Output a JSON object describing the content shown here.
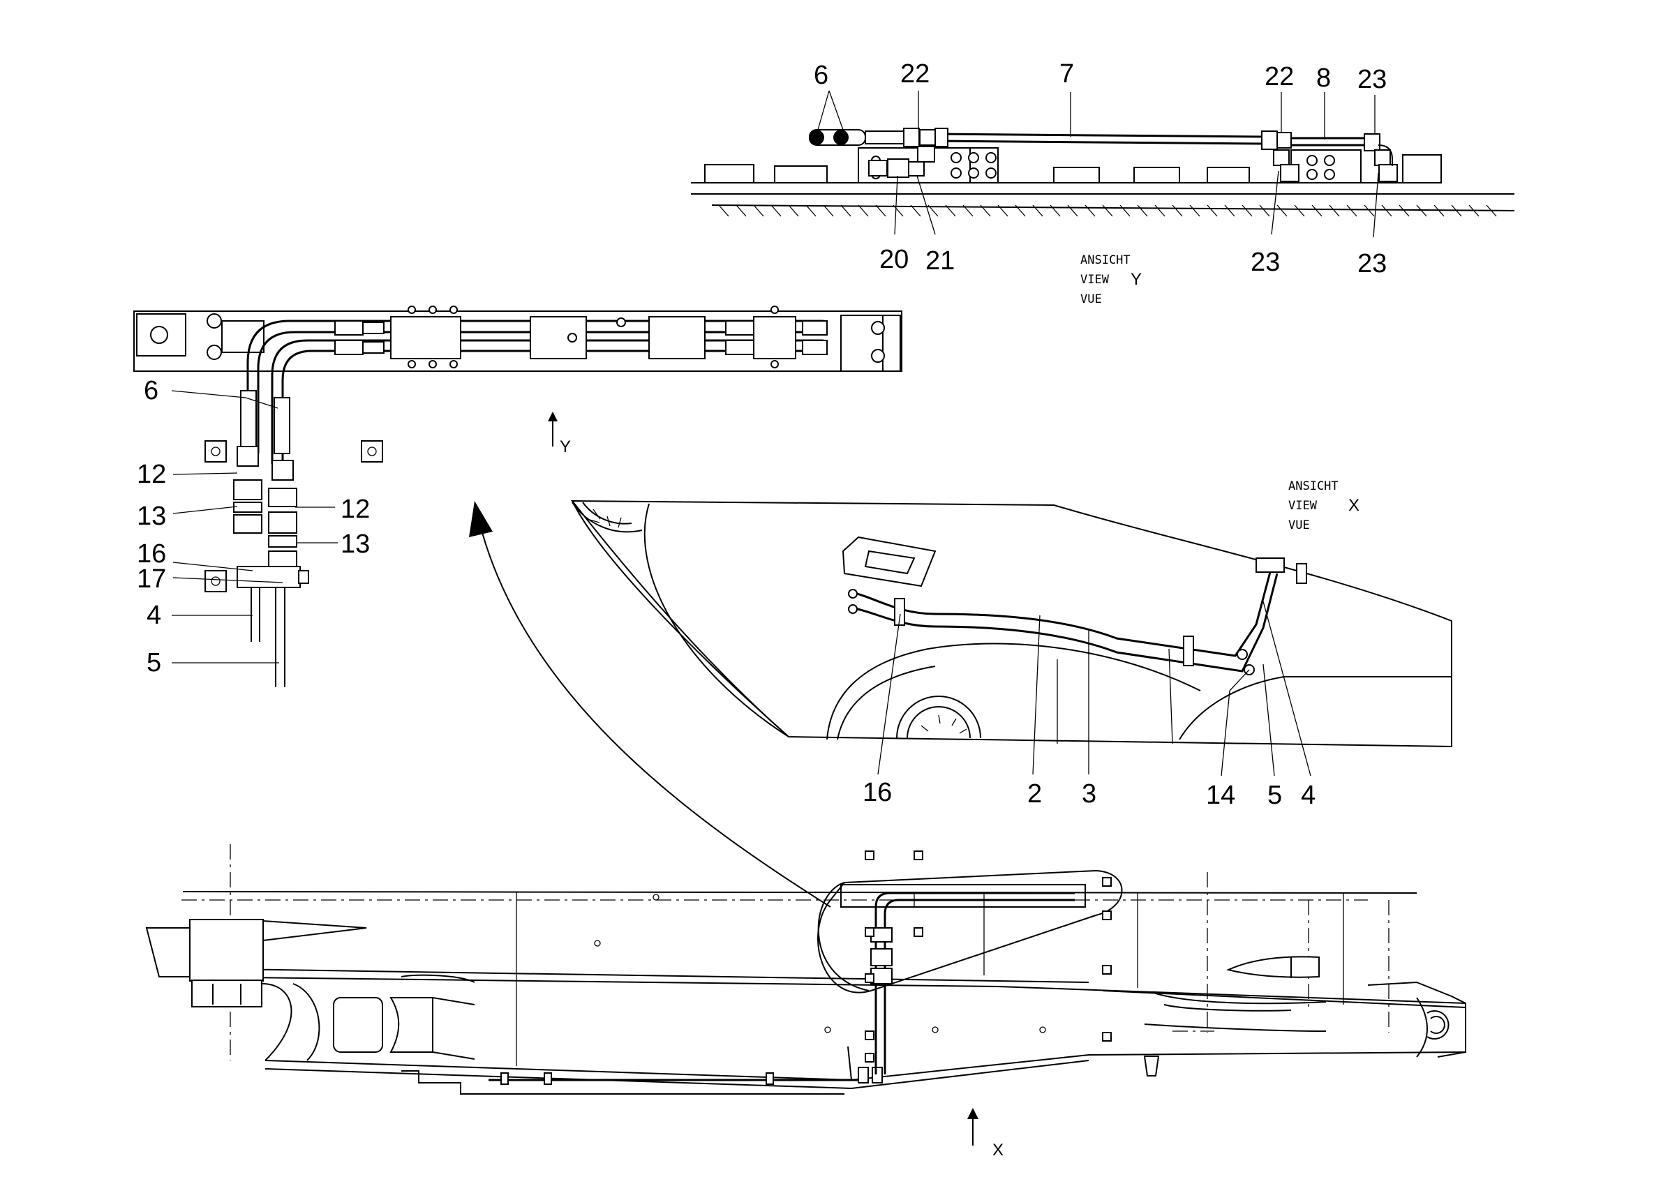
{
  "views": {
    "view_y": {
      "line1": "ANSICHT",
      "line2": "VIEW",
      "line3": "VUE",
      "letter": "Y"
    },
    "view_x": {
      "line1": "ANSICHT",
      "line2": "VIEW",
      "line3": "VUE",
      "letter": "X"
    },
    "arrow_y": "Y",
    "arrow_x": "X"
  },
  "callouts": {
    "top": [
      "6",
      "22",
      "7",
      "22",
      "8",
      "23",
      "20",
      "21",
      "23",
      "23"
    ],
    "left": [
      "6",
      "12",
      "13",
      "12",
      "13",
      "16",
      "17",
      "4",
      "5"
    ],
    "right": [
      "16",
      "2",
      "3",
      "14",
      "5",
      "4"
    ]
  }
}
